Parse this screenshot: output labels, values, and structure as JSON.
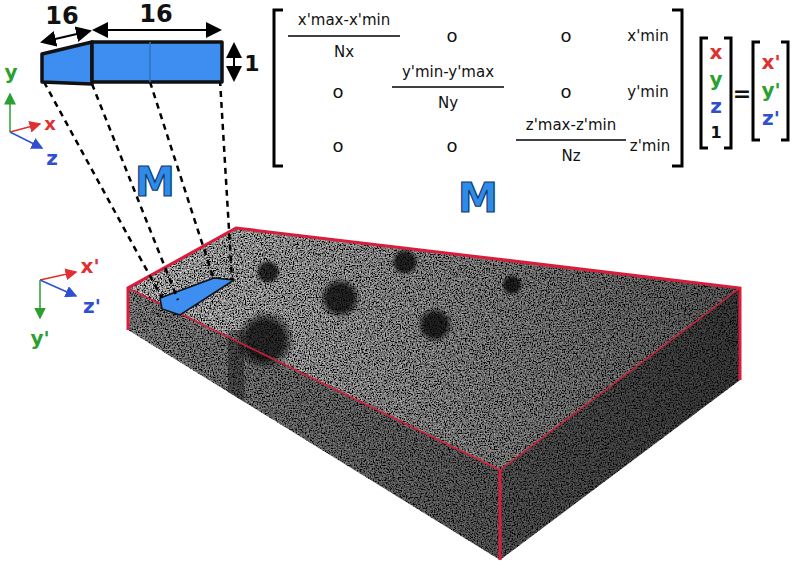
{
  "diagram": {
    "labels": [
      "16",
      "16",
      "1",
      "y",
      "x",
      "z",
      "x'max-x'min",
      "Nx",
      "o",
      "o",
      "x'min",
      "o",
      "y'min-y'max",
      "Ny",
      "o",
      "y'min",
      "o",
      "o",
      "z'max-z'min",
      "Nz",
      "z'min",
      "x",
      "y",
      "z",
      "1",
      "=",
      "x'",
      "y'",
      "z'",
      "M",
      "M",
      "x'",
      "z'",
      "y'"
    ]
  }
}
